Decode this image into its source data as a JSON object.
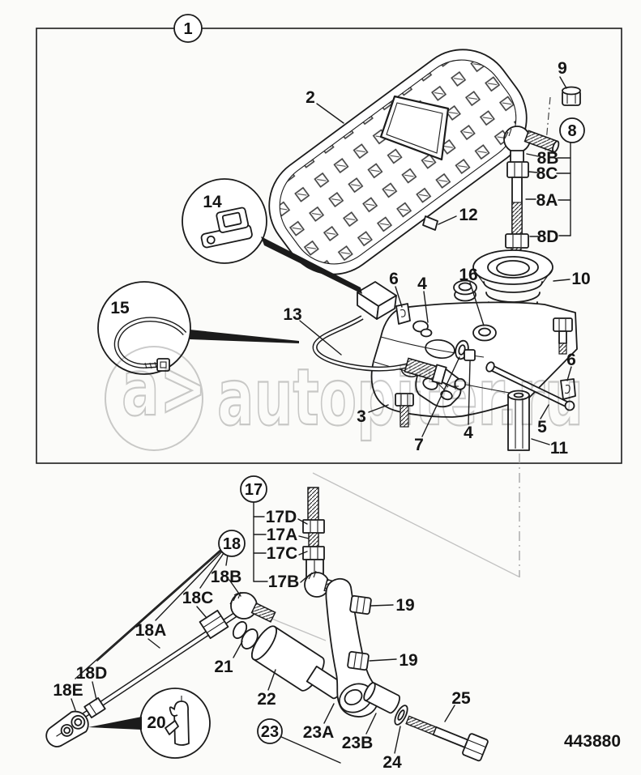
{
  "figure": {
    "part_number": "443880",
    "accent_line_color": "#1b1b1b",
    "background_color": "#fbfbf9"
  },
  "watermark": {
    "logo": "a>",
    "text": "autopiter.ru",
    "color": "#c6c6c6"
  },
  "callouts": {
    "c1": "1",
    "p2": "2",
    "p3": "3",
    "p4a": "4",
    "p4b": "4",
    "p5": "5",
    "p6a": "6",
    "p6b": "6",
    "p7": "7",
    "c8": "8",
    "p8a": "8A",
    "p8b": "8B",
    "p8c": "8C",
    "p8d": "8D",
    "p9": "9",
    "p10": "10",
    "p11": "11",
    "p12": "12",
    "p13": "13",
    "c14": "14",
    "c15": "15",
    "p16": "16",
    "c17": "17",
    "p17a": "17A",
    "p17b": "17B",
    "p17c": "17C",
    "p17d": "17D",
    "c18": "18",
    "p18a": "18A",
    "p18b": "18B",
    "p18c": "18C",
    "p18d": "18D",
    "p18e": "18E",
    "p19a": "19",
    "p19b": "19",
    "c20": "20",
    "p21": "21",
    "p22": "22",
    "c23": "23",
    "p23a": "23A",
    "p23b": "23B",
    "p24": "24",
    "p25": "25"
  }
}
